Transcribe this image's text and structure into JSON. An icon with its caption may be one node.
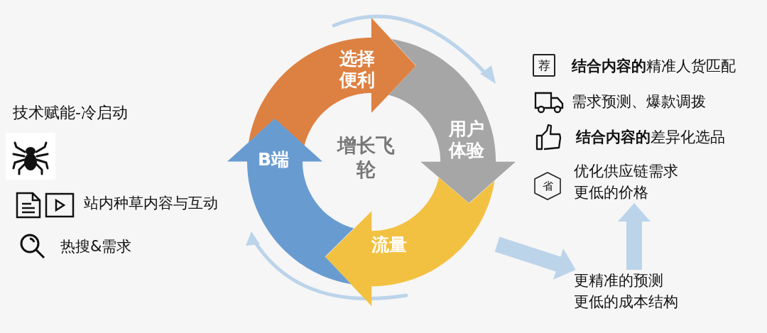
{
  "diagram": {
    "nodes": [
      {
        "text": [
          "选择便利"
        ]
      },
      {
        "text": [
          "用户体验"
        ]
      },
      {
        "text": [
          "流量"
        ]
      },
      {
        "text": [
          "B端"
        ]
      },
      {
        "text": [
          "优化供应链需求",
          "更低的价格"
        ]
      },
      {
        "text": [
          "更精准的预测",
          "更低的成本结构"
        ]
      }
    ],
    "edges": [
      {
        "from": 5,
        "to": 4,
        "arrow": "to"
      },
      {
        "from": null,
        "to": 5,
        "arrow": "to"
      }
    ],
    "labels": [
      "技术赋能-冷启动",
      "站内种草内容与互动",
      "热搜&需求",
      "增长飞轮",
      "荐",
      "**结合内容的**精准人货匹配",
      "需求预测、爆款调拨",
      "**结合内容的**差异化选品",
      "省"
    ]
  }
}
